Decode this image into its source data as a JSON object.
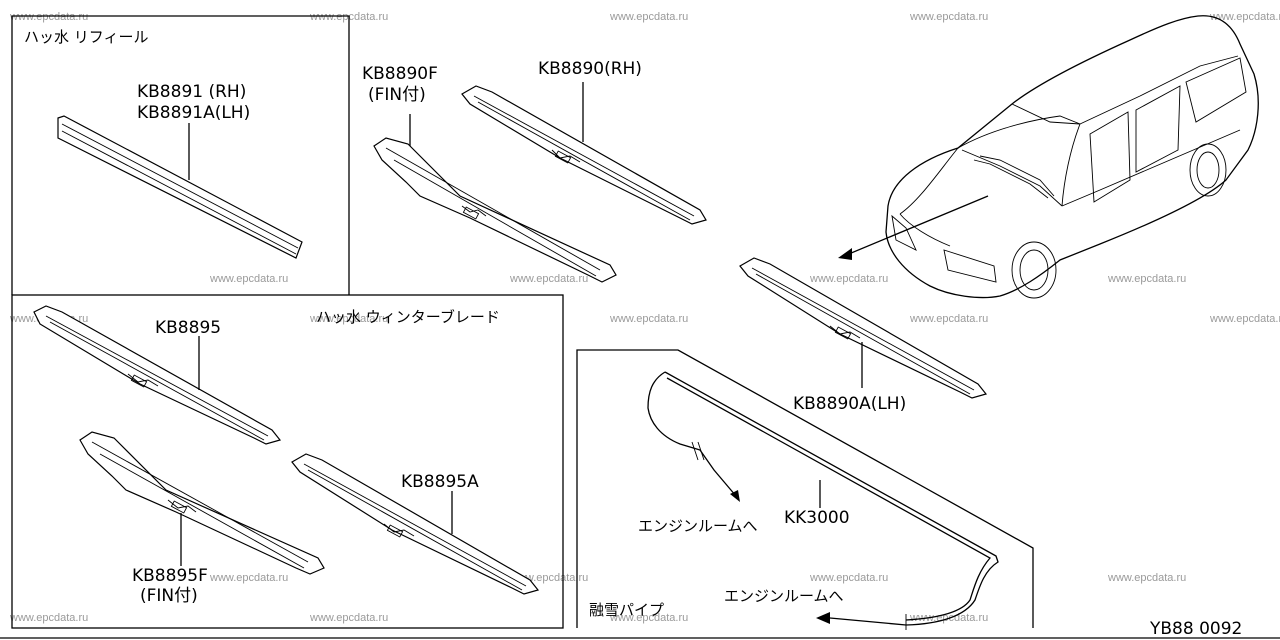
{
  "watermark": "www.epcdata.ru",
  "footer_code": "YB88 0092",
  "sections": {
    "refill_title": "ハッ水 リフィール",
    "winter_title": "ハッ水 ウィンターブレード",
    "heater_title": "融雪パイプ"
  },
  "parts": {
    "kb8891": "KB8891 (RH)",
    "kb8891a": "KB8891A(LH)",
    "kb8890f": "KB8890F",
    "kb8890f_note": "(FIN付)",
    "kb8890": "KB8890(RH)",
    "kb8890a": "KB8890A(LH)",
    "kb8895": "KB8895",
    "kb8895a": "KB8895A",
    "kb8895f": "KB8895F",
    "kb8895f_note": "(FIN付)",
    "kk3000": "KK3000"
  },
  "notes": {
    "engine_room_1": "エンジンルームへ",
    "engine_room_2": "エンジンルームへ"
  }
}
